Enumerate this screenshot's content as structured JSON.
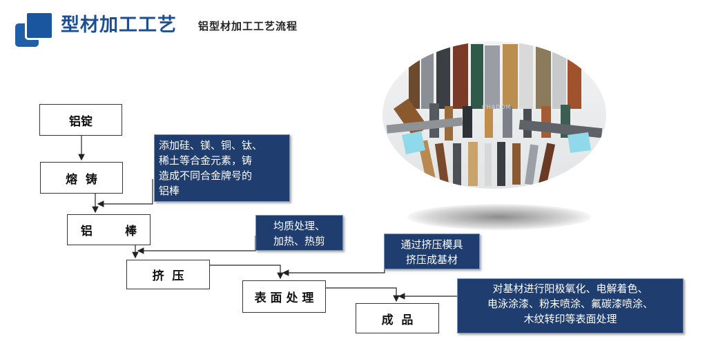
{
  "header": {
    "title": "型材加工工艺",
    "subtitle": "铝型材加工工艺流程"
  },
  "flow": {
    "steps": [
      "铝锭",
      "熔  铸",
      "铝        棒",
      "挤  压",
      "表 面 处 理",
      "成  品"
    ],
    "notes": [
      [
        "添加硅、镁、铜、钛、",
        "稀土等合金元素，铸",
        "造成不同合金牌号的",
        "铝棒"
      ],
      [
        "均质处理、",
        "加热、热剪"
      ],
      [
        "通过挤压模具",
        "挤压成基材"
      ],
      [
        "对基材进行阳极氧化、电解着色、",
        "电泳涂漆、粉末喷涂、氟碳漆喷涂、",
        "木纹转印等表面处理"
      ]
    ]
  },
  "photo": {
    "watermark": "CHADOM",
    "alt": "aluminum-profiles-photo"
  },
  "colors": {
    "accent": "#1c4f91",
    "note_bg": "#1f3d6e"
  }
}
